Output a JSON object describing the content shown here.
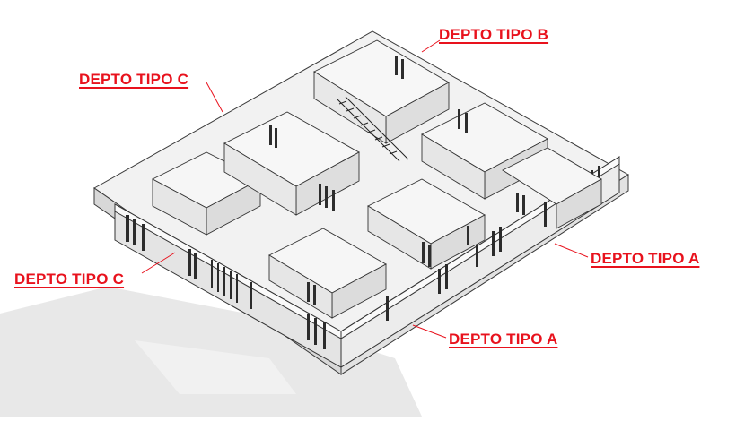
{
  "labels": {
    "tipo_b": "DEPTO TIPO B",
    "tipo_c_top": "DEPTO TIPO C",
    "tipo_c_left": "DEPTO TIPO C",
    "tipo_a_right": "DEPTO TIPO A",
    "tipo_a_bottom": "DEPTO TIPO A"
  },
  "colors": {
    "label": "#e8121d",
    "leader": "#e8121d",
    "wall_top": "#f4f4f4",
    "wall_side": "#d9d9d9",
    "floor": "#eeeeee",
    "shadow": "#e6e6e6",
    "line": "#3a3a3a"
  }
}
